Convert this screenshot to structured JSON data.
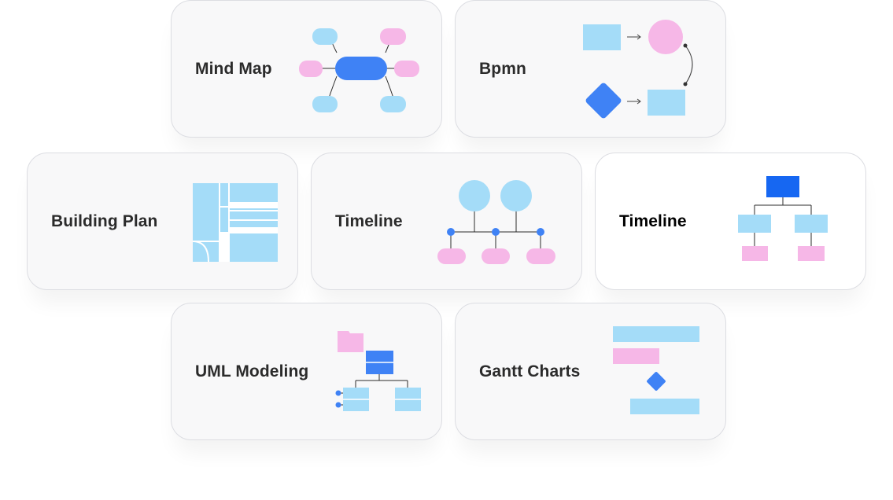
{
  "cards": [
    {
      "label": "Mind Map",
      "icon": "mind-map-icon"
    },
    {
      "label": "Bpmn",
      "icon": "bpmn-icon"
    },
    {
      "label": "Building Plan",
      "icon": "building-plan-icon"
    },
    {
      "label": "Timeline",
      "icon": "timeline-icon"
    },
    {
      "label": "Timeline",
      "icon": "org-tree-icon"
    },
    {
      "label": "UML Modeling",
      "icon": "uml-icon"
    },
    {
      "label": "Gantt Charts",
      "icon": "gantt-icon"
    }
  ],
  "colors": {
    "accent_blue": "#3f82f5",
    "light_blue": "#a4dcf8",
    "pink": "#f6b7e7",
    "border": "#dcdde2",
    "card_bg": "#f8f8f9"
  }
}
